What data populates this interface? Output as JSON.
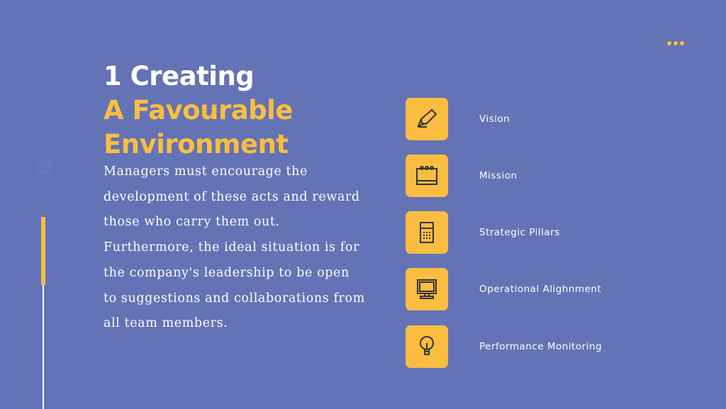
{
  "menu_icon": "more-dots-icon",
  "title": {
    "line1": "1 Creating",
    "line2": "A Favourable",
    "line3": "Environment"
  },
  "slide_number": "02",
  "body": "Managers must encourage the development of these acts and reward those who carry them out. Furthermore, the ideal situation is for the company's leadership to be open to suggestions and collaborations from all team members.",
  "items": [
    {
      "label": "Vision",
      "icon": "pen-icon"
    },
    {
      "label": "Mission",
      "icon": "notepad-icon"
    },
    {
      "label": "Strategic Pillars",
      "icon": "calculator-icon"
    },
    {
      "label": "Operational Alighnment",
      "icon": "monitor-icon"
    },
    {
      "label": "Performance Monitoring",
      "icon": "lightbulb-icon"
    }
  ],
  "colors": {
    "background": "#6373b5",
    "accent": "#fbbd40"
  }
}
